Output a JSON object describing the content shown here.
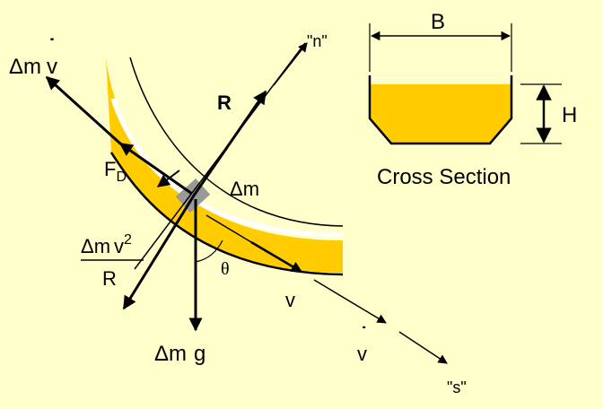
{
  "colors": {
    "background": "#FFFFCC",
    "fluid": "#FFCC00",
    "element": "#999999",
    "ink": "#000000"
  },
  "labels": {
    "delta": "Δ",
    "m": "m",
    "v": "v",
    "dot": "˙",
    "R": "R",
    "F": "F",
    "D": "D",
    "n_axis": "\"n\"",
    "s_axis": "\"s\"",
    "theta": "θ",
    "g": "g",
    "squared": "2",
    "v_upper": "v",
    "B": "B",
    "H": "H",
    "cross_section": "Cross Section"
  }
}
